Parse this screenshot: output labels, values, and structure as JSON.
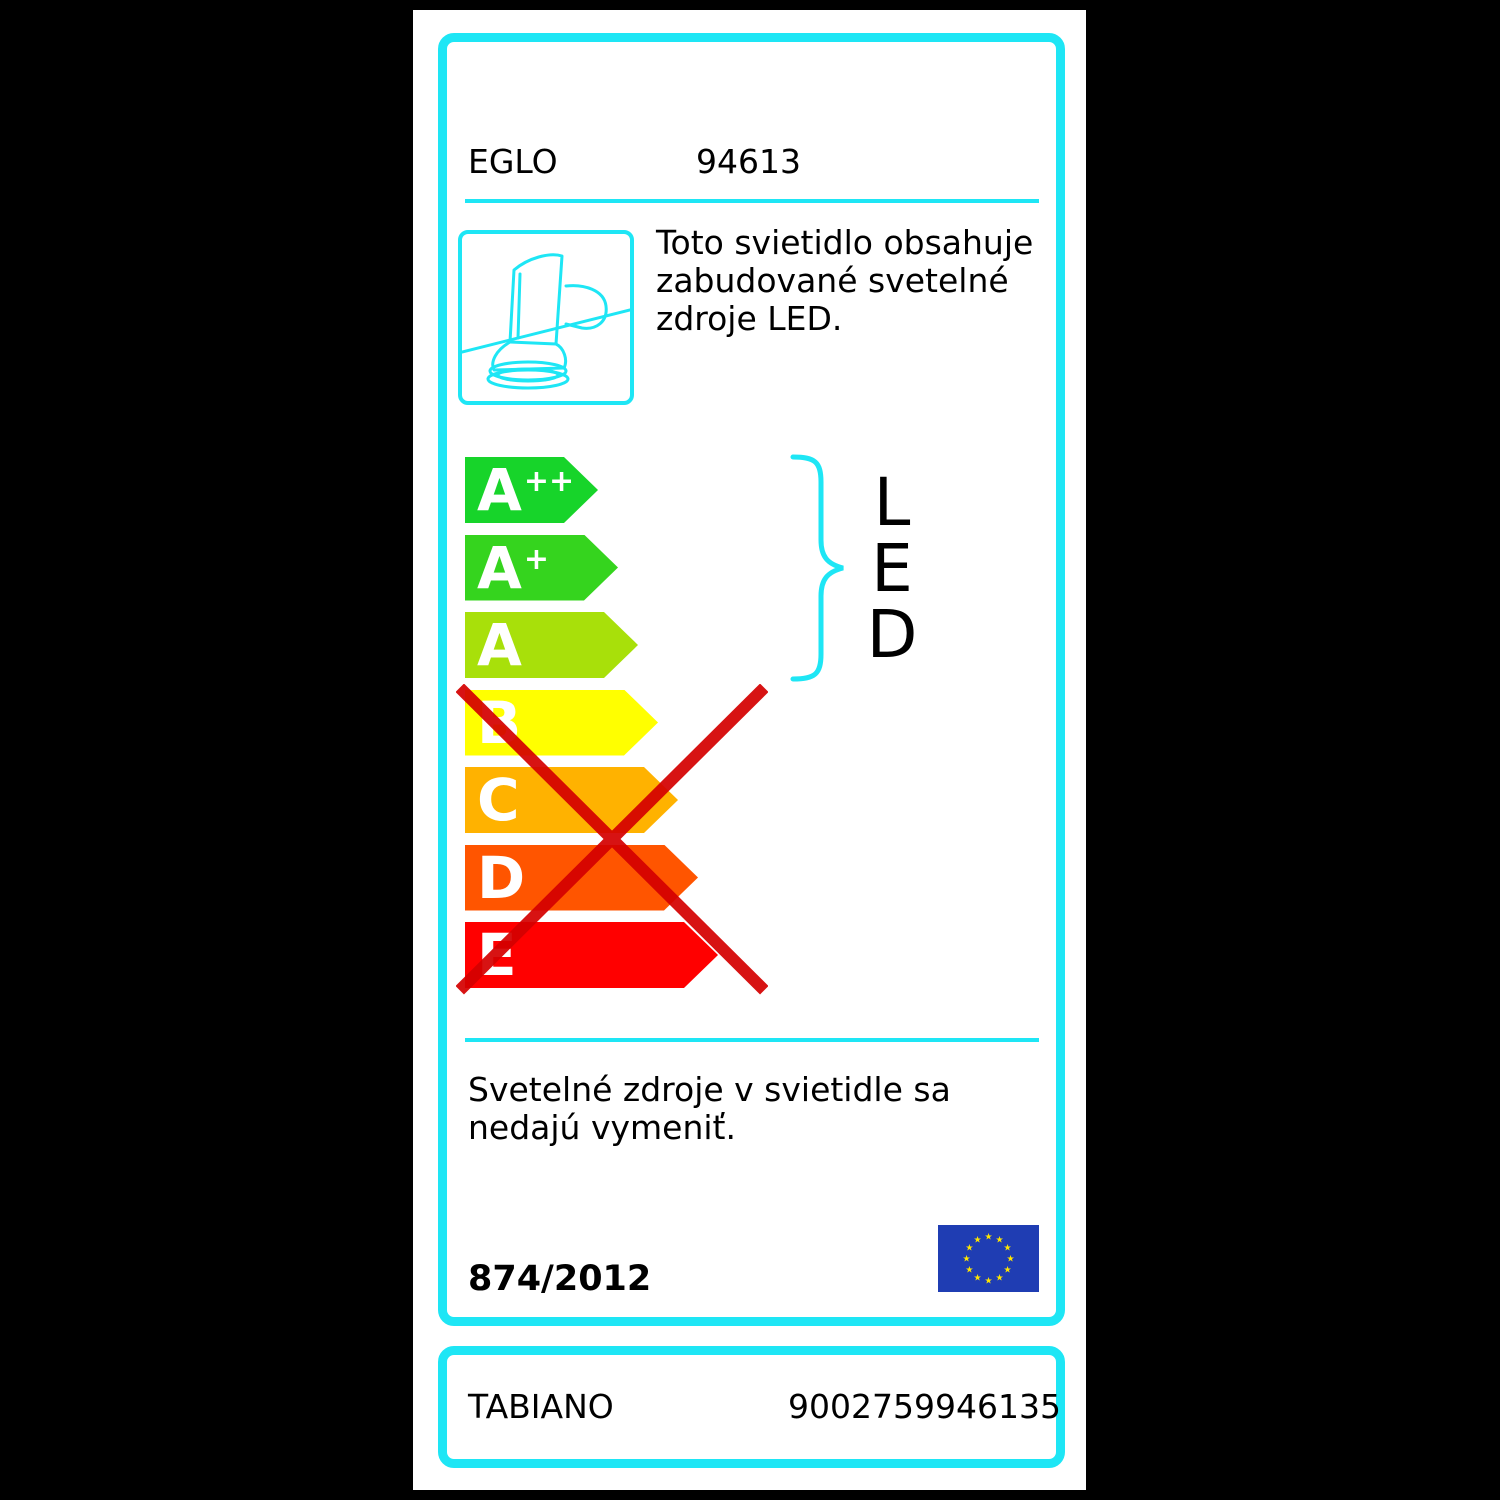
{
  "colors": {
    "frame": "#1ee6f5",
    "cross": "#d40000",
    "eu_blue": "#1f3db3",
    "eu_star": "#ffe600"
  },
  "header": {
    "brand": "EGLO",
    "model": "94613"
  },
  "pictogram": {
    "icon": "spotlight-lamp-icon",
    "description": "Toto svietidlo obsahuje\nzabudované svetelné\nzdroje LED."
  },
  "energy_scale": {
    "classes": [
      {
        "base": "A",
        "sup": "++",
        "color": "#17d42a"
      },
      {
        "base": "A",
        "sup": "+",
        "color": "#35d41e"
      },
      {
        "base": "A",
        "sup": "",
        "color": "#a8e00a"
      },
      {
        "base": "B",
        "sup": "",
        "color": "#ffff00"
      },
      {
        "base": "C",
        "sup": "",
        "color": "#ffb200"
      },
      {
        "base": "D",
        "sup": "",
        "color": "#ff5500"
      },
      {
        "base": "E",
        "sup": "",
        "color": "#ff0000"
      }
    ],
    "compatible_bracket_label": "LED",
    "excluded_marker_icon": "red-cross-icon"
  },
  "note": "Svetelné zdroje v svietidle sa\nnedajú vymeniť.",
  "regulation": "874/2012",
  "eu_flag_icon": "eu-flag-icon",
  "footer": {
    "product_name": "TABIANO",
    "ean": "9002759946135"
  }
}
